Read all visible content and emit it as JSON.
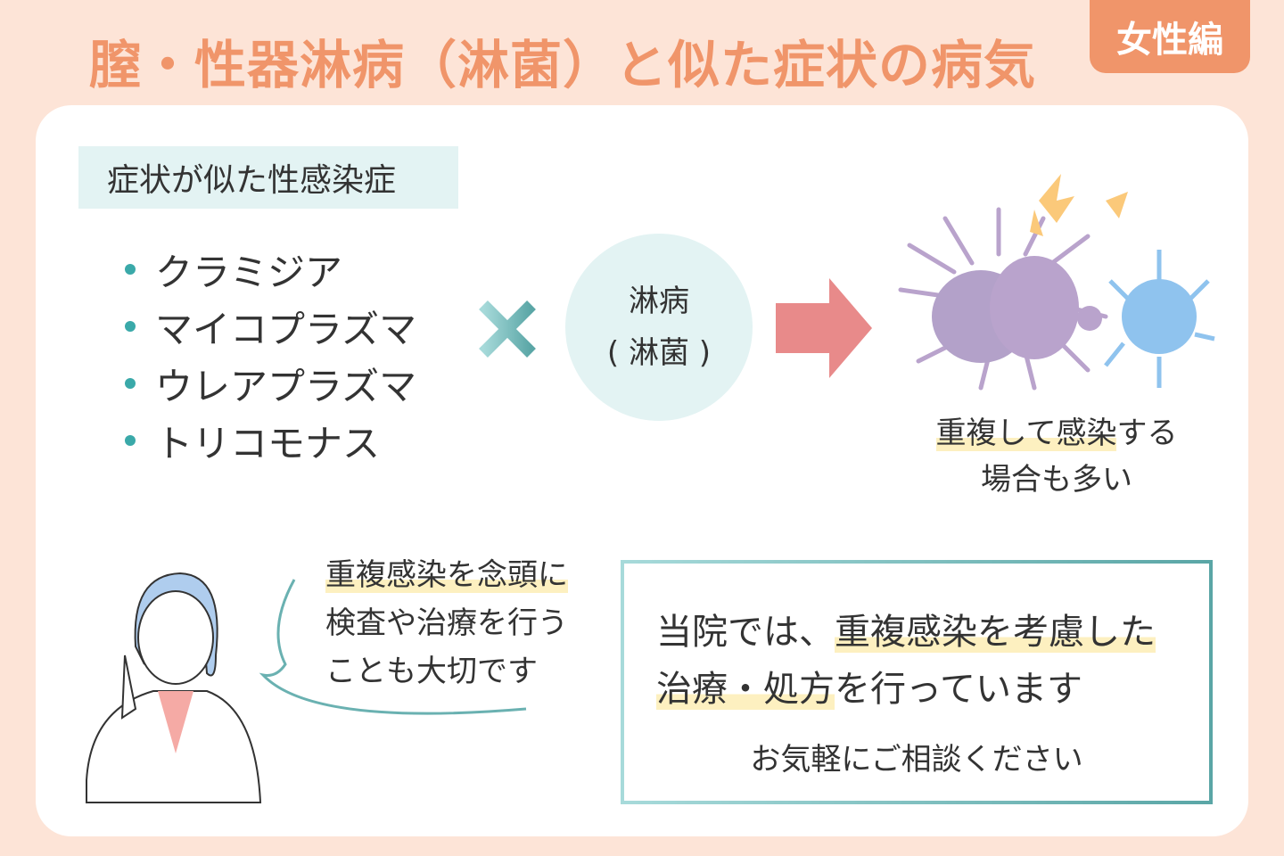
{
  "title": "膣・性器淋病（淋菌）と似た症状の病気",
  "badge": "女性編",
  "section_label": "症状が似た性感染症",
  "diseases": [
    "クラミジア",
    "マイコプラズマ",
    "ウレアプラズマ",
    "トリコモナス"
  ],
  "circle": {
    "line1": "淋病",
    "line2": "( 淋菌 )"
  },
  "result": {
    "highlight": "重複して感染",
    "rest": "する",
    "line2": "場合も多い"
  },
  "speech": {
    "line1": "重複感染を念頭に",
    "line2": "検査や治療を行う",
    "line3": "ことも大切です"
  },
  "notice": {
    "l1_pre": "当院では、",
    "l1_hl": "重複感染を考慮した",
    "l2_hl": "治療・処方",
    "l2_rest": "を行っています",
    "l3": "お気軽にご相談ください"
  },
  "colors": {
    "accent": "#f0956a",
    "teal": "#3aa9a9",
    "arrow": "#e88a8a"
  }
}
